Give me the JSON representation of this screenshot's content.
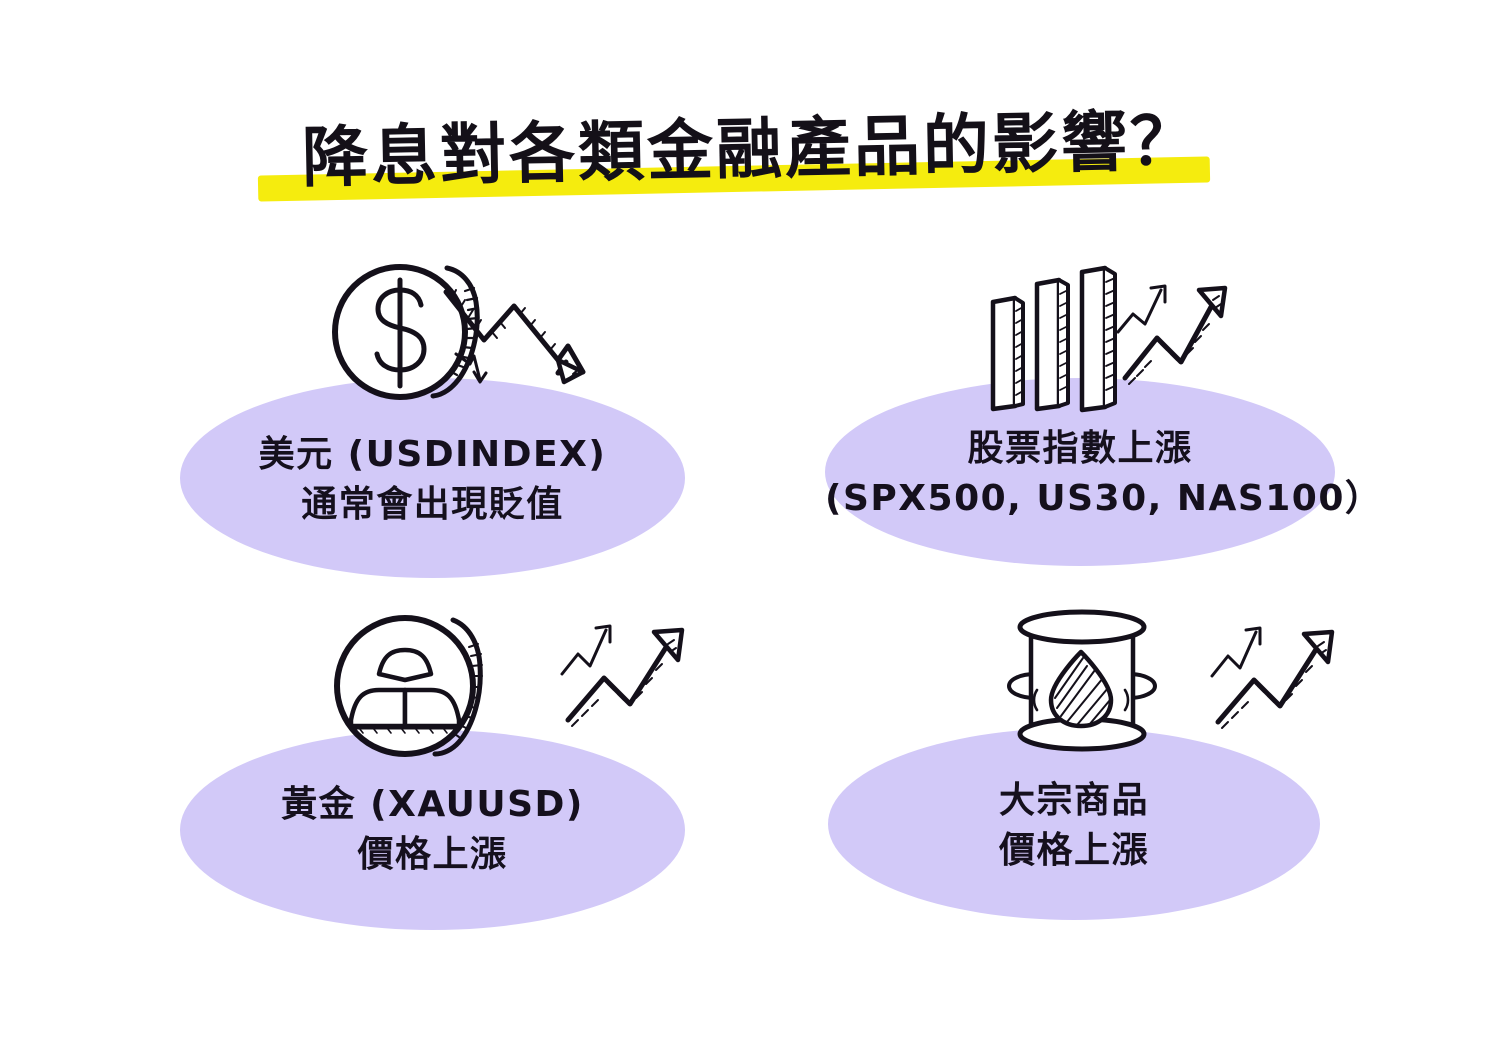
{
  "page": {
    "background_color": "#FFFFFF",
    "accent_bubble_color": "#D2C9F8",
    "highlight_color": "#F5EC0E",
    "ink_color": "#141018"
  },
  "title": {
    "text": "降息對各類金融產品的影響？",
    "highlight": "yellow-marker-underline"
  },
  "cards": [
    {
      "id": "usd",
      "icon": "dollar-coin-with-down-arrow-icon",
      "line1": "美元 (USDINDEX)",
      "line2": "通常會出現貶值",
      "direction": "down"
    },
    {
      "id": "stocks",
      "icon": "bar-chart-with-up-arrow-icon",
      "line1": "股票指數上漲",
      "line2": "(SPX500, US30, NAS100）",
      "direction": "up"
    },
    {
      "id": "gold",
      "icon": "gold-bars-coin-with-up-arrow-icon",
      "line1": "黃金 (XAUUSD)",
      "line2": "價格上漲",
      "direction": "up"
    },
    {
      "id": "commodity",
      "icon": "oil-barrel-with-up-arrow-icon",
      "line1": "大宗商品",
      "line2": "價格上漲",
      "direction": "up"
    }
  ]
}
